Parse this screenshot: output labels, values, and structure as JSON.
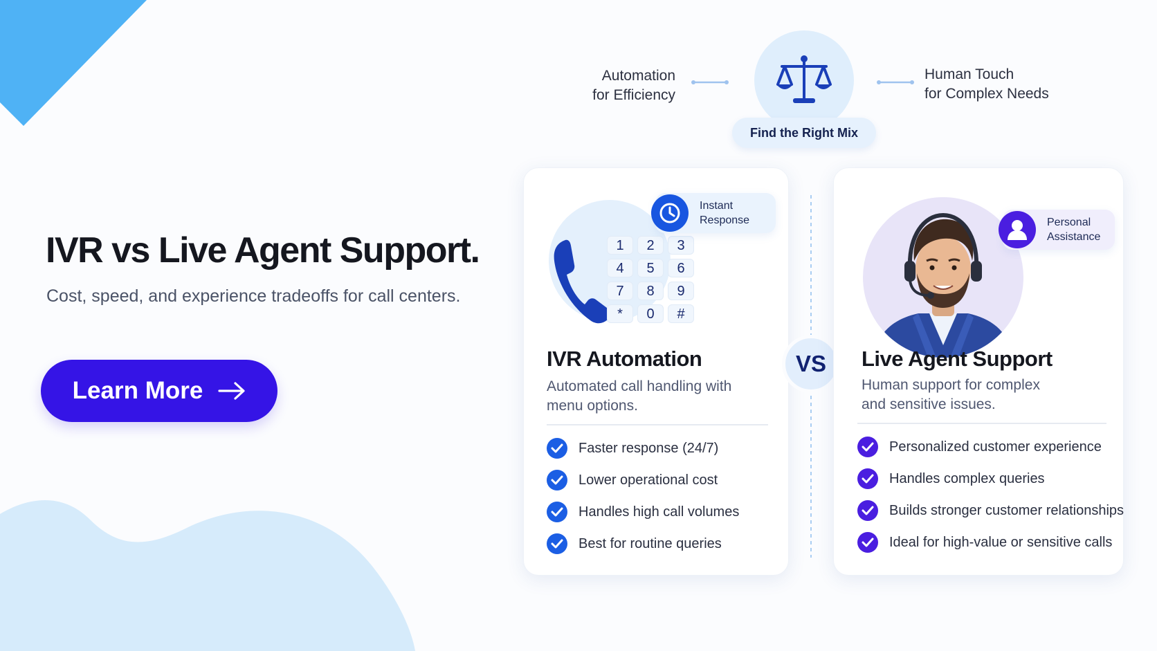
{
  "hero": {
    "title": "IVR vs Live Agent Support.",
    "subtitle": "Cost, speed, and experience tradeoffs for call centers.",
    "cta_label": "Learn More"
  },
  "balance": {
    "left_line1": "Automation",
    "left_line2": "for Efficiency",
    "right_line1": "Human Touch",
    "right_line2": "for Complex Needs",
    "pill": "Find the Right Mix",
    "icon": "balance-scale-icon"
  },
  "ivr": {
    "badge_line1": "Instant",
    "badge_line2": "Response",
    "keypad": [
      "1",
      "2",
      "3",
      "4",
      "5",
      "6",
      "7",
      "8",
      "9",
      "*",
      "0",
      "#"
    ],
    "title": "IVR Automation",
    "desc_line1": "Automated call handling with",
    "desc_line2": "menu options.",
    "features": [
      "Faster response (24/7)",
      "Lower operational cost",
      "Handles high call volumes",
      "Best for routine queries"
    ]
  },
  "vs_label": "VS",
  "agent": {
    "badge_line1": "Personal",
    "badge_line2": "Assistance",
    "title": "Live Agent Support",
    "desc_line1": "Human support for complex",
    "desc_line2": "and sensitive issues.",
    "features": [
      "Personalized customer experience",
      "Handles complex queries",
      "Builds stronger customer relationships",
      "Ideal for high-value or sensitive calls"
    ]
  },
  "colors": {
    "cta": "#3514e6",
    "ivr_accent": "#1b5ee4",
    "agent_accent": "#4a1ee0",
    "corner_triangle": "#4fb2f5",
    "blob": "#d6ebfb"
  }
}
